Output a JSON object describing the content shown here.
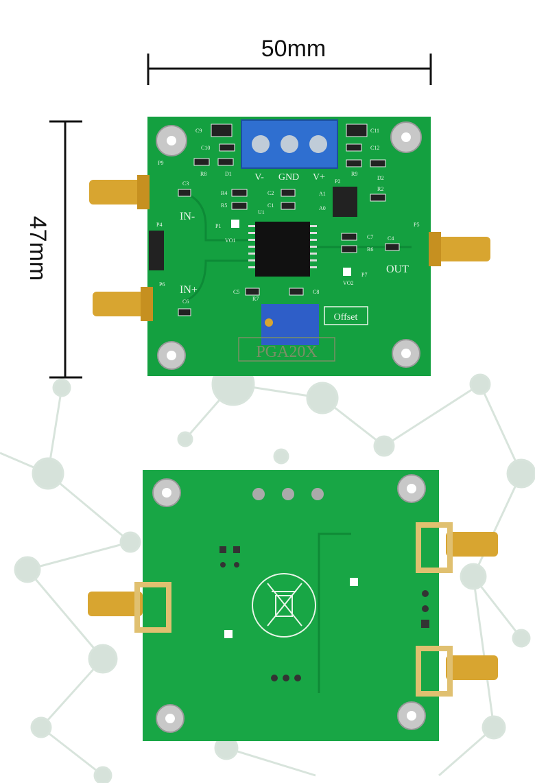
{
  "dimensions": {
    "width_label": "50mm",
    "height_label": "47mm"
  },
  "top_board": {
    "name": "PGA20X",
    "terminal_labels": [
      "V-",
      "GND",
      "V+"
    ],
    "labels": {
      "in_minus": "IN-",
      "in_plus": "IN+",
      "out": "OUT",
      "offset": "Offset",
      "vo1": "VO1",
      "vo2": "VO2",
      "u1": "U1",
      "a1": "A1",
      "a0": "A0",
      "p1": "P1",
      "p2": "P2",
      "p4": "P4",
      "p5": "P5",
      "p6": "P6",
      "p7": "P7",
      "p9": "P9",
      "c1": "C1",
      "c2": "C2",
      "c3": "C3",
      "c4": "C4",
      "c5": "C5",
      "c6": "C6",
      "c7": "C7",
      "c8": "C8",
      "c9": "C9",
      "c10": "C10",
      "c11": "C11",
      "c12": "C12",
      "r2": "R2",
      "r4": "R4",
      "r5": "R5",
      "r6": "R6",
      "r7": "R7",
      "r8": "R8",
      "r9": "R9",
      "d1": "D1",
      "d2": "D2"
    }
  },
  "colors": {
    "pcb": "#14a040",
    "pcb_dark": "#0d8a36",
    "terminal": "#2f6fd0",
    "gold": "#d8a530",
    "silk": "#e8f5e8",
    "background_net": "#c9d9cf"
  }
}
